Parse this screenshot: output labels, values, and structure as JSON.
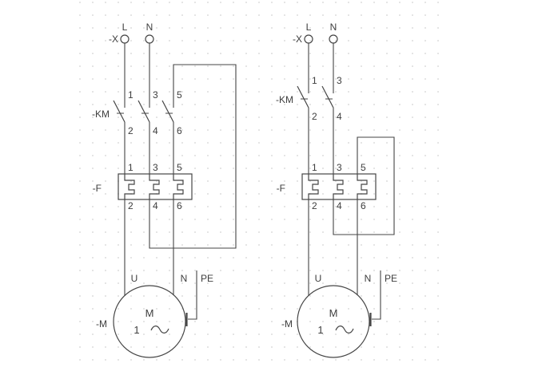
{
  "diagram": {
    "type": "electrical-schematic",
    "description_colors": {
      "line": "#454545",
      "text": "#3e3e3e",
      "background": "#ffffff",
      "grid_dot": "#e0e0e0"
    },
    "left": {
      "x_label": "-X",
      "l_label": "L",
      "n_label": "N",
      "km_label": "-KM",
      "km_top": [
        "1",
        "3",
        "5"
      ],
      "km_bot": [
        "2",
        "4",
        "6"
      ],
      "f_label": "-F",
      "f_top": [
        "1",
        "3",
        "5"
      ],
      "f_bot": [
        "2",
        "4",
        "6"
      ],
      "u_label": "U",
      "n2_label": "N",
      "pe_label": "PE",
      "m_label": "-M",
      "motor_letter": "M",
      "motor_phase": "1",
      "ac_symbol": "~"
    },
    "right": {
      "x_label": "-X",
      "l_label": "L",
      "n_label": "N",
      "km_label": "-KM",
      "km_top": [
        "1",
        "3"
      ],
      "km_bot": [
        "2",
        "4"
      ],
      "f_label": "-F",
      "f_top": [
        "1",
        "3",
        "5"
      ],
      "f_bot": [
        "2",
        "4",
        "6"
      ],
      "u_label": "U",
      "n2_label": "N",
      "pe_label": "PE",
      "m_label": "-M",
      "motor_letter": "M",
      "motor_phase": "1",
      "ac_symbol": "~"
    }
  }
}
